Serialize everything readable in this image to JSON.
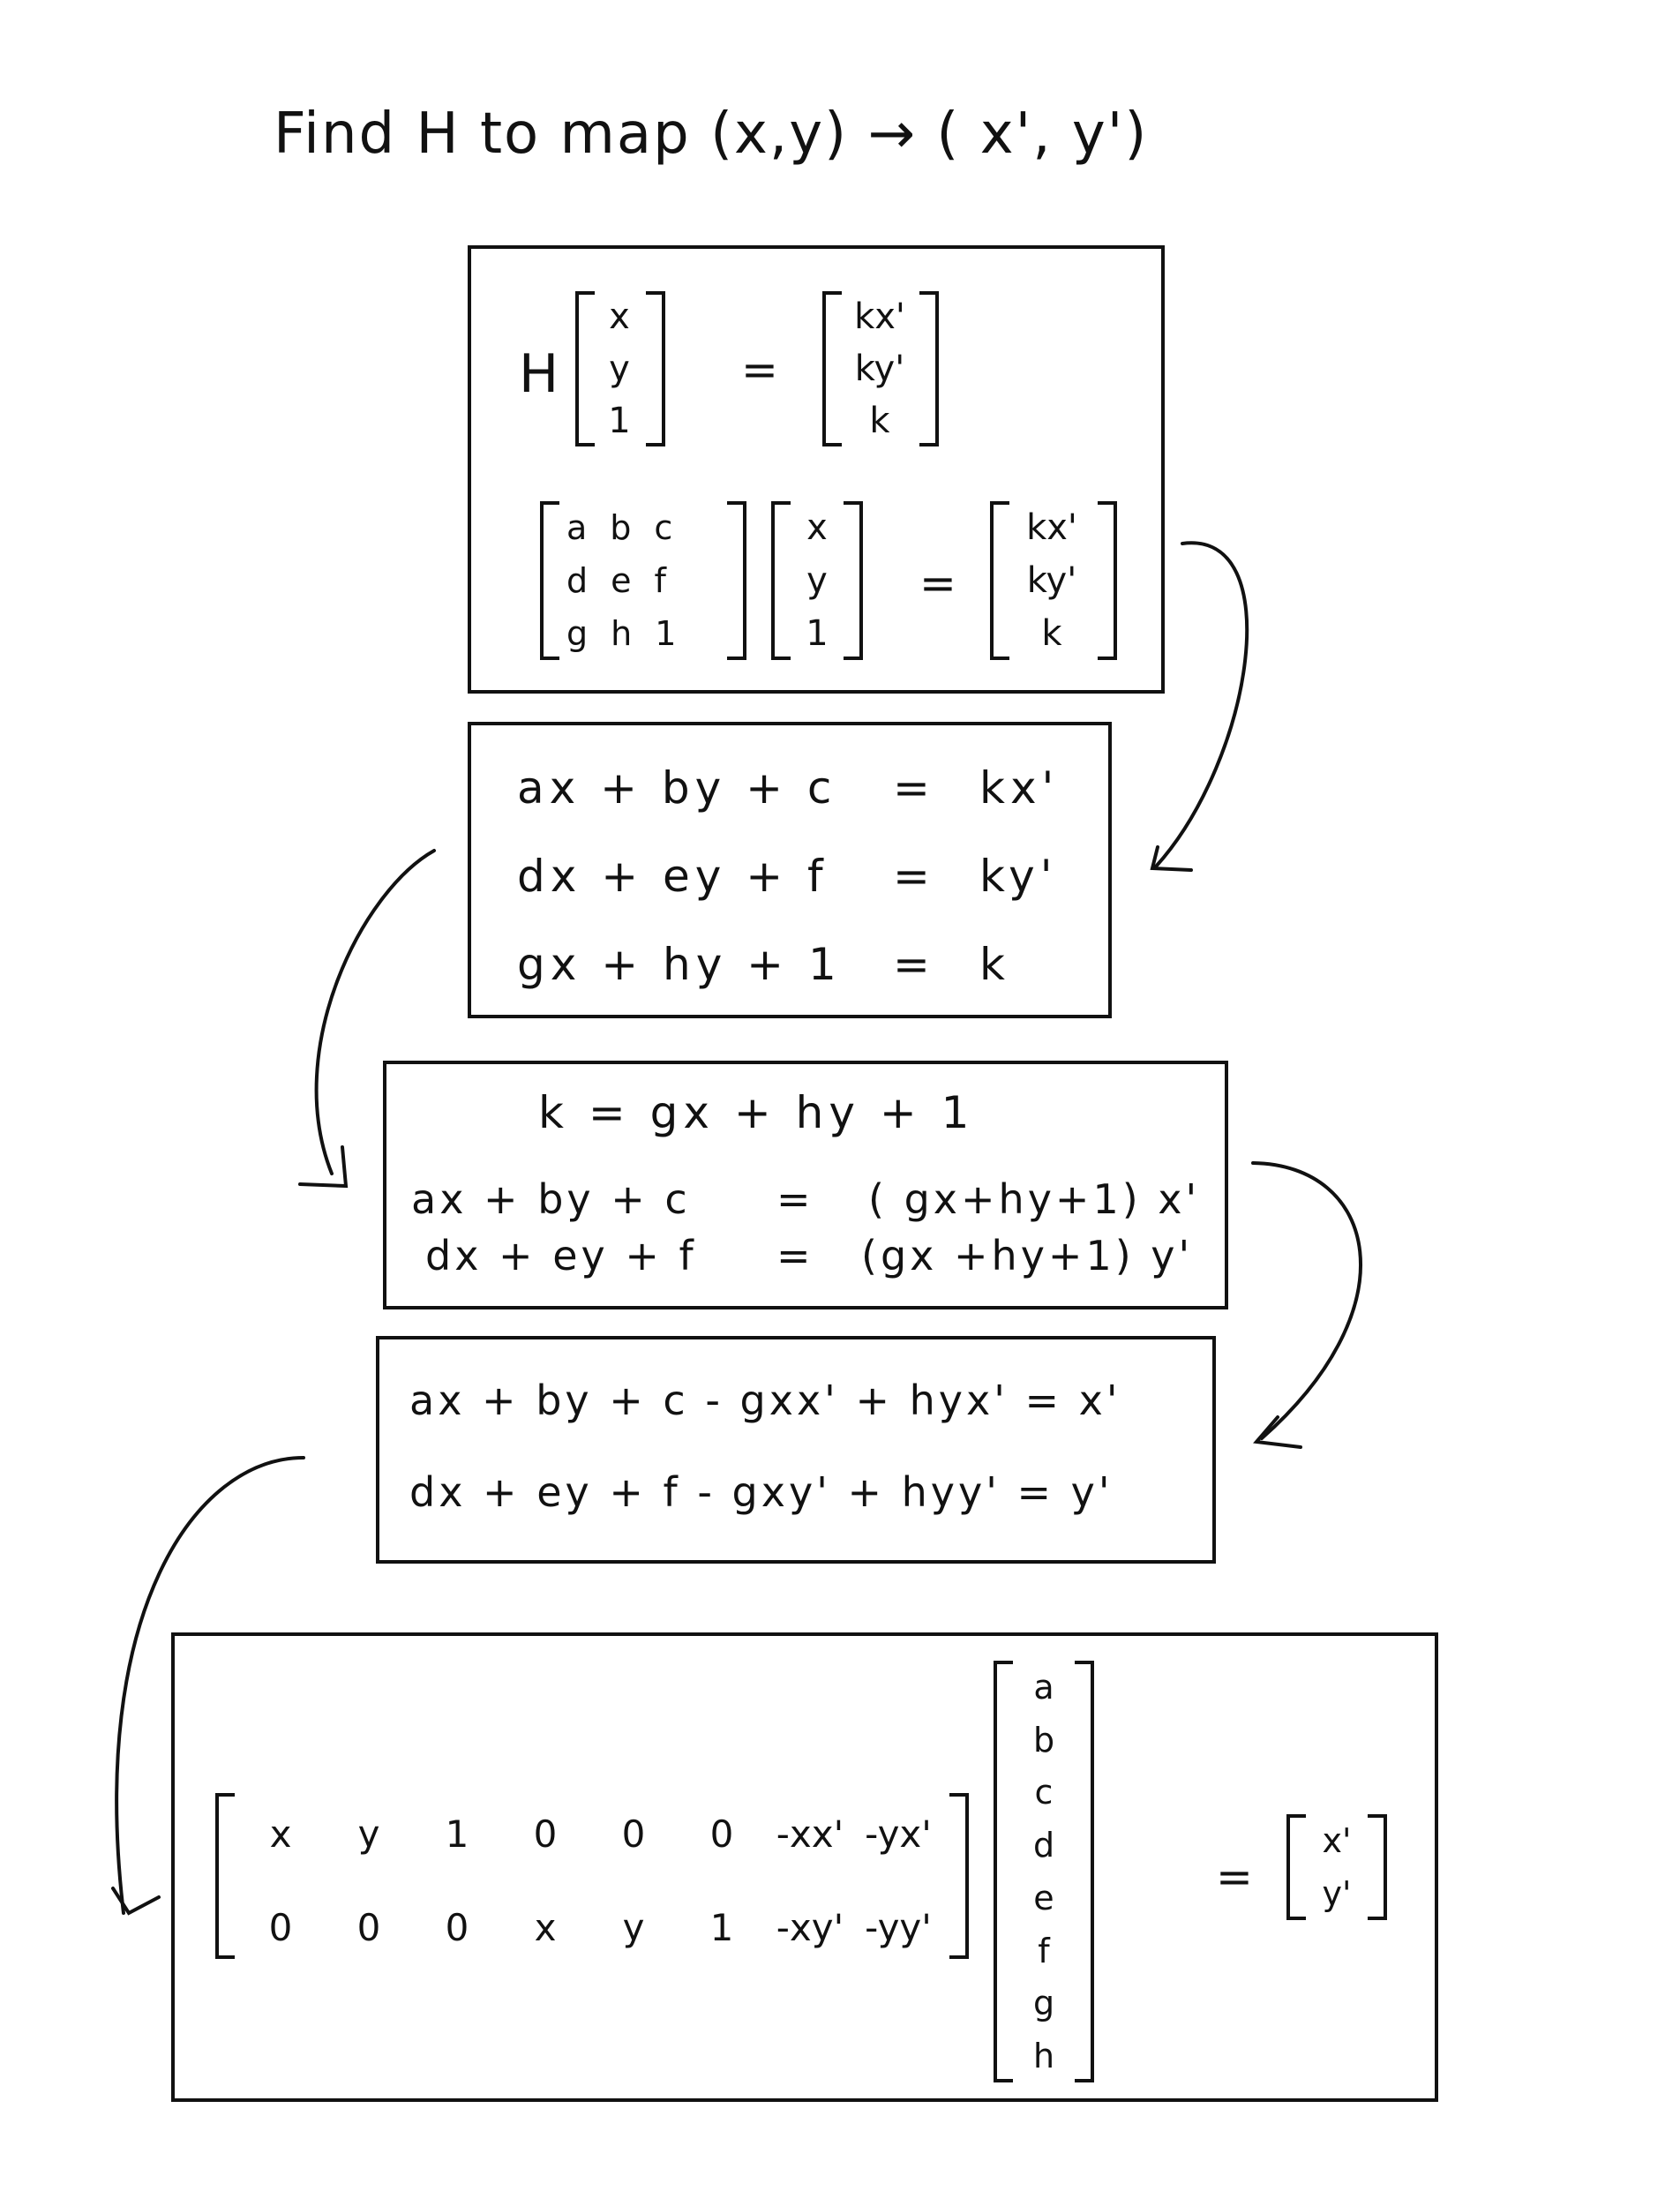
{
  "title": "Find H to map (x,y) → ( x', y')",
  "box1": {
    "line1": {
      "H": "H",
      "vec_left": [
        "x",
        "y",
        "1"
      ],
      "equals": "=",
      "vec_right": [
        "kx'",
        "ky'",
        "k"
      ]
    },
    "line2": {
      "matrix_rows": [
        [
          "a",
          "b",
          "c"
        ],
        [
          "d",
          "e",
          "f"
        ],
        [
          "g",
          "h",
          "1"
        ]
      ],
      "vec_left": [
        "x",
        "y",
        "1"
      ],
      "equals": "=",
      "vec_right": [
        "kx'",
        "ky'",
        "k"
      ]
    }
  },
  "box2": {
    "lines": [
      {
        "lhs": "ax + by + c",
        "eq": "=",
        "rhs": "kx'"
      },
      {
        "lhs": "dx + ey + f",
        "eq": "=",
        "rhs": "ky'"
      },
      {
        "lhs": "gx + hy + 1",
        "eq": "=",
        "rhs": "k"
      }
    ]
  },
  "box3": {
    "k_line": "k = gx + hy + 1",
    "lines": [
      {
        "lhs": "ax + by + c",
        "eq": "=",
        "rhs": "( gx+hy+1) x'"
      },
      {
        "lhs": "dx + ey + f",
        "eq": "=",
        "rhs": "(gx +hy+1) y'"
      }
    ]
  },
  "box4": {
    "lines": [
      "ax + by + c - gxx' + hyx' = x'",
      "dx + ey + f - gxy' + hyy' = y'"
    ]
  },
  "box5": {
    "matrix_rows": [
      [
        "x",
        "y",
        "1",
        "0",
        "0",
        "0",
        "-xx'",
        "-yx'"
      ],
      [
        "0",
        "0",
        "0",
        "x",
        "y",
        "1",
        "-xy'",
        "-yy'"
      ]
    ],
    "unknowns": [
      "a",
      "b",
      "c",
      "d",
      "e",
      "f",
      "g",
      "h"
    ],
    "equals": "=",
    "rhs": [
      "x'",
      "y'"
    ]
  }
}
